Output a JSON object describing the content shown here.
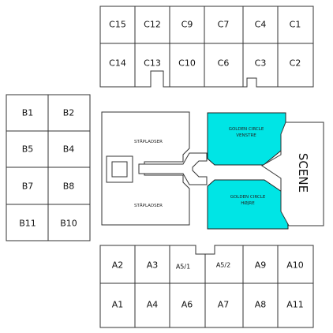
{
  "colors": {
    "golden_circle": "#00e5e5",
    "outline": "#333333",
    "background": "#ffffff"
  },
  "sections": {
    "C": [
      [
        "C15",
        "C12",
        "C9",
        "C7",
        "C4",
        "C1"
      ],
      [
        "C14",
        "C13",
        "C10",
        "C6",
        "C3",
        "C2"
      ]
    ],
    "B": [
      [
        "B1",
        "B2"
      ],
      [
        "B5",
        "B4"
      ],
      [
        "B7",
        "B8"
      ],
      [
        "B11",
        "B10"
      ]
    ],
    "A": [
      [
        "A2",
        "A3",
        "A5/1",
        "A5/2",
        "A9",
        "A10"
      ],
      [
        "A1",
        "A4",
        "A6",
        "A7",
        "A8",
        "A11"
      ]
    ]
  },
  "floor": {
    "standing_top": "STÅPLADSER",
    "standing_bottom": "STÅPLADSER",
    "golden_circle_left_line1": "GOLDEN CIRCLE",
    "golden_circle_left_line2": "VENSTRE",
    "golden_circle_right_line1": "GOLDEN CIRCLE",
    "golden_circle_right_line2": "HØJRE"
  },
  "stage": {
    "label": "SCENE"
  }
}
